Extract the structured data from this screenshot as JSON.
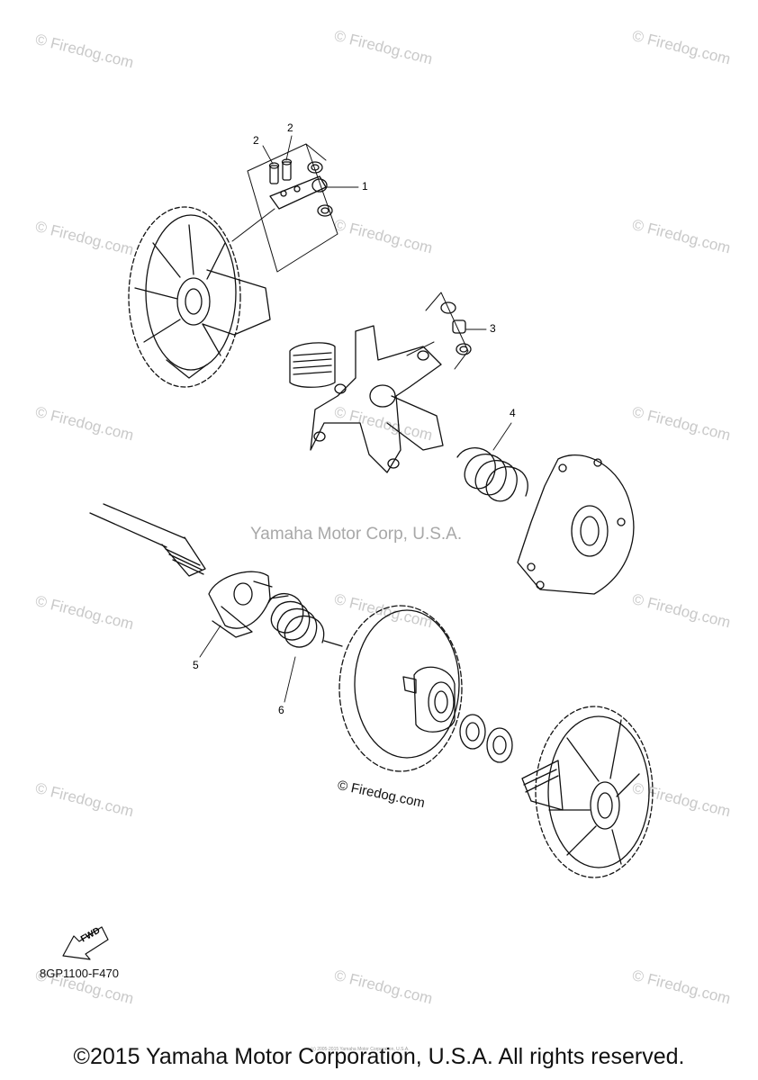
{
  "watermark_text": "© Firedog.com",
  "center_watermark": "Yamaha Motor Corp, U.S.A.",
  "callouts": [
    "1",
    "2",
    "2",
    "3",
    "4",
    "5",
    "6"
  ],
  "diagram_watermark": "© Firedog.com",
  "fwd_label": "FWD",
  "diagram_code": "8GP1100-F470",
  "tiny_notice": "(c) 2005-2015 Yamaha Motor Corporation, U.S.A.",
  "copyright": "©2015 Yamaha Motor Corporation, U.S.A. All rights reserved."
}
